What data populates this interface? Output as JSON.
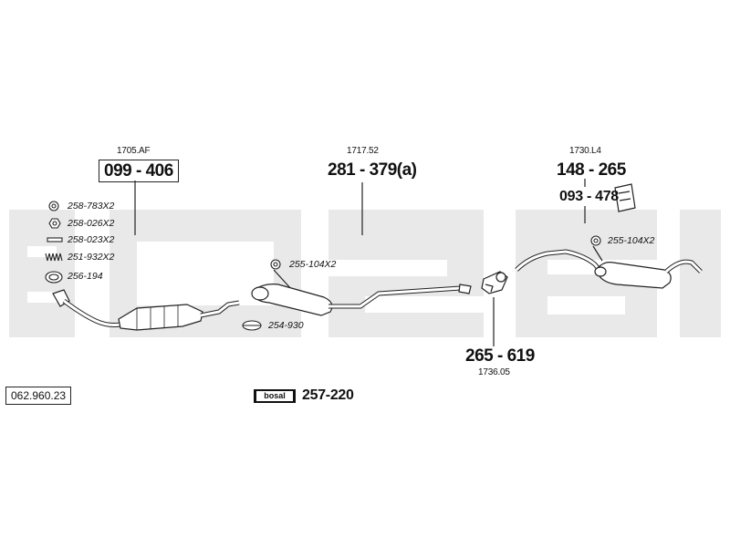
{
  "watermark": "bosal",
  "figure_number": "062.960.23",
  "brand_badge": "bosal",
  "assemblies": [
    {
      "ref": "1705.AF",
      "part": "099 - 406",
      "boxed": true
    },
    {
      "ref": "1717.52",
      "part": "281 - 379(a)",
      "boxed": false
    },
    {
      "ref": "1730.L4",
      "part": "148 - 265",
      "boxed": false
    },
    {
      "ref": "1736.05",
      "part": "265 - 619",
      "boxed": false
    }
  ],
  "mounting_bracket": "093 - 478",
  "fittings": [
    {
      "label": "258-783X2",
      "icon": "nut-icon"
    },
    {
      "label": "258-026X2",
      "icon": "hex-nut-icon"
    },
    {
      "label": "258-023X2",
      "icon": "bolt-icon"
    },
    {
      "label": "251-932X2",
      "icon": "spring-icon"
    },
    {
      "label": "256-194",
      "icon": "gasket-ring-icon"
    }
  ],
  "hangers": [
    {
      "label": "255-104X2",
      "icon": "rubber-hanger-icon"
    },
    {
      "label": "255-104X2",
      "icon": "rubber-hanger-icon"
    },
    {
      "label": "254-930",
      "icon": "clamp-icon"
    }
  ],
  "kit_part": "257-220"
}
